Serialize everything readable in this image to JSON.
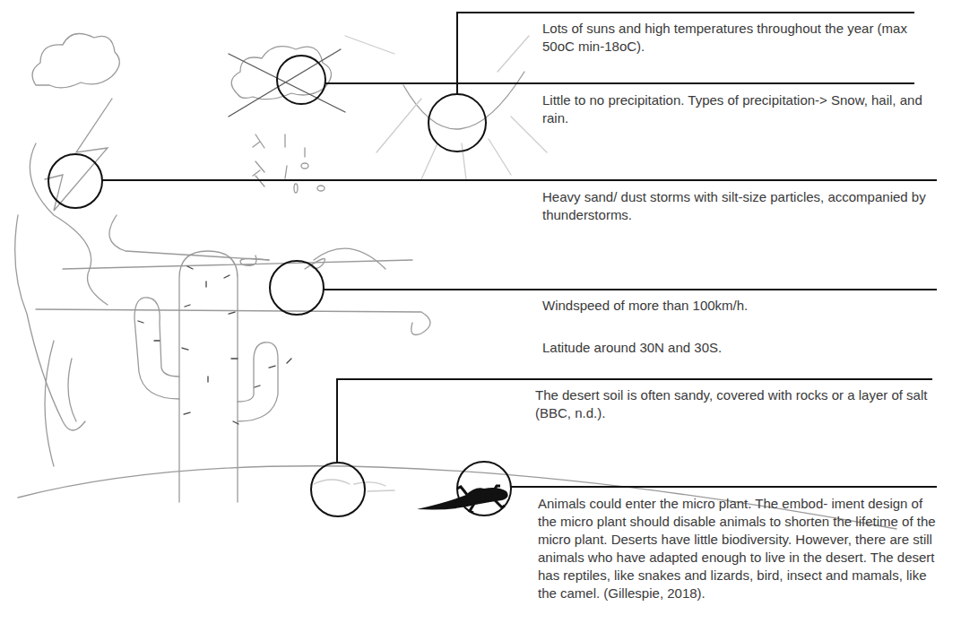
{
  "diagram": {
    "labels": [
      "Lots of suns and high temperatures throughout the year (max 50oC min-18oC).",
      "Little to no precipitation. Types of precipitation-> Snow, hail, and rain.",
      "Heavy sand/ dust storms with silt-size particles, accompanied by thunderstorms.",
      "Windspeed of more than 100km/h.",
      "Latitude around 30N and 30S.",
      "The desert soil is often sandy, covered with rocks or a layer of salt (BBC, n.d.).",
      "Animals could enter the micro plant. The embod- iment design of the micro plant should disable animals to shorten the lifetime of the micro plant. Deserts have little biodiversity. However, there are still animals who have adapted enough to live in the desert. The desert has reptiles, like snakes and lizards, bird, insect and mamals, like the camel. (Gillespie, 2018)."
    ]
  }
}
